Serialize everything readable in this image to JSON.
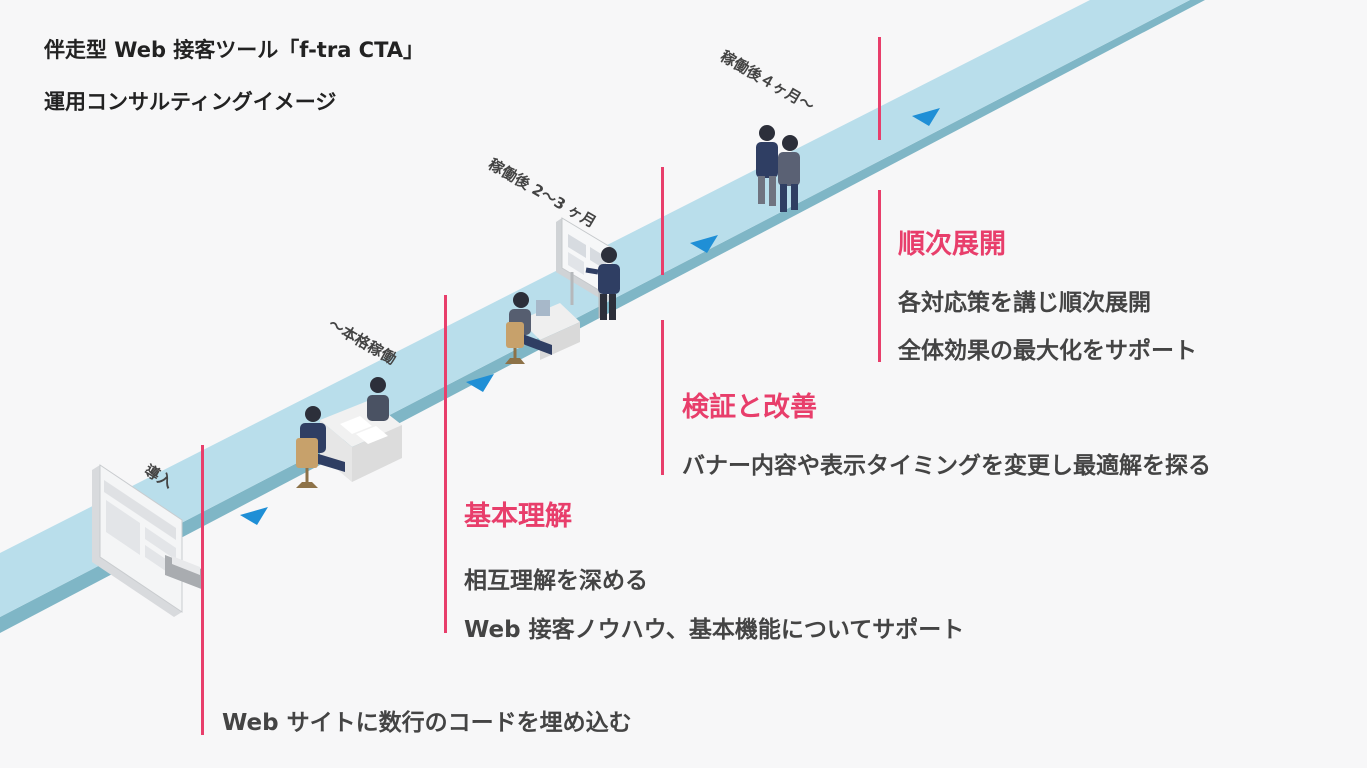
{
  "title": {
    "line1": "伴走型 Web 接客ツール「f-tra CTA」",
    "line2": "運用コンサルティングイメージ"
  },
  "phases": {
    "intro": "導入",
    "full": "〜本格稼働",
    "months23": "稼働後 2〜3 ヶ月",
    "months4": "稼働後４ヶ月〜"
  },
  "stages": {
    "rollout": {
      "heading": "順次展開",
      "lines": [
        "各対応策を講じ順次展開",
        "全体効果の最大化をサポート"
      ]
    },
    "verify": {
      "heading": "検証と改善",
      "lines": [
        "バナー内容や表示タイミングを変更し最適解を探る"
      ]
    },
    "basics": {
      "heading": "基本理解",
      "lines": [
        "相互理解を深める",
        "Web 接客ノウハウ、基本機能についてサポート"
      ]
    },
    "intro": {
      "lines": [
        "Web サイトに数行のコードを埋め込む"
      ]
    }
  },
  "colors": {
    "road_top": "#b9deeb",
    "road_side": "#7fb6c6",
    "arrow": "#1f8fd6",
    "accent": "#e83e6b"
  }
}
